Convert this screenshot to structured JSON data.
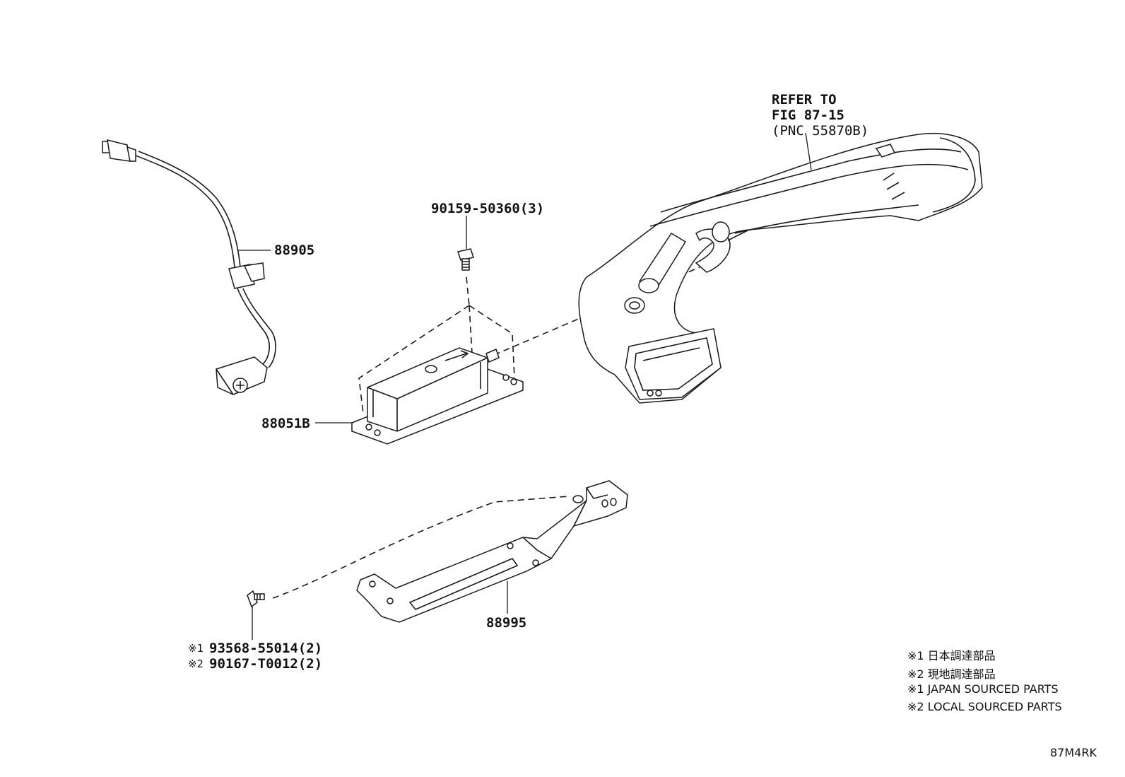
{
  "diagram": {
    "refer_line1": "REFER TO",
    "refer_line2": "FIG 87-15",
    "refer_line3": "(PNC 55870B)",
    "parts": {
      "p88905": "88905",
      "bolt_top": "90159-50360(3)",
      "p88051B": "88051B",
      "p88995": "88995",
      "screw1_mark": "※1",
      "screw1": "93568-55014(2)",
      "screw2_mark": "※2",
      "screw2": "90167-T0012(2)"
    },
    "legend": [
      "※1  日本調達部品",
      "※2  現地調達部品",
      "※1  JAPAN SOURCED PARTS",
      "※2  LOCAL SOURCED PARTS"
    ],
    "figure_code": "87M4RK"
  }
}
